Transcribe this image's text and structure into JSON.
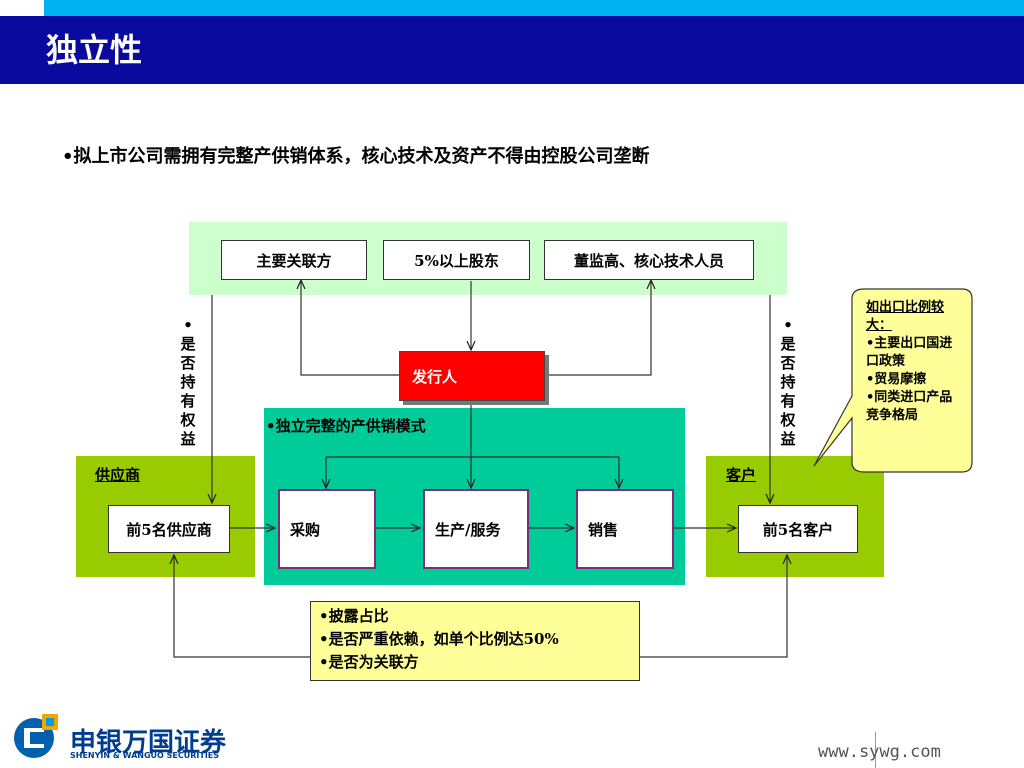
{
  "header": {
    "title": "独立性"
  },
  "intro_bullet": "•拟上市公司需拥有完整产供销体系，核心技术及资产不得由控股公司垄断",
  "top_group": {
    "related_party": "主要关联方",
    "shareholders": "5%以上股东",
    "management": "董监高、核心技术人员"
  },
  "issuer": "发行人",
  "left_vertical": "•是否持有权益",
  "right_vertical": "•是否持有权益",
  "middle_group": {
    "title": "•独立完整的产供销模式",
    "procurement": "采购",
    "production": "生产/服务",
    "sales": "销售"
  },
  "supplier_group": {
    "title": "供应商",
    "box": "前5名供应商"
  },
  "customer_group": {
    "title": "客户",
    "box": "前5名客户"
  },
  "callout": {
    "heading": "如出口比例较大：",
    "items": [
      "•主要出口国进口政策",
      "•贸易摩擦",
      "•同类进口产品竞争格局"
    ]
  },
  "notes": {
    "items": [
      "•披露占比",
      "•是否严重依赖，如单个比例达50%",
      "•是否为关联方"
    ]
  },
  "footer": {
    "logo_cn": "申银万国证券",
    "logo_en": "SHENYIN & WANGUO SECURITIES",
    "website": "www.sywg.com"
  },
  "colors": {
    "title_bar": "#0a0a9e",
    "accent_strip": "#00b0f0",
    "top_group_bg": "#ccffcc",
    "middle_group_bg": "#00cc99",
    "side_group_bg": "#99cc00",
    "issuer_bg": "#ff0000",
    "note_bg": "#ffff99"
  }
}
